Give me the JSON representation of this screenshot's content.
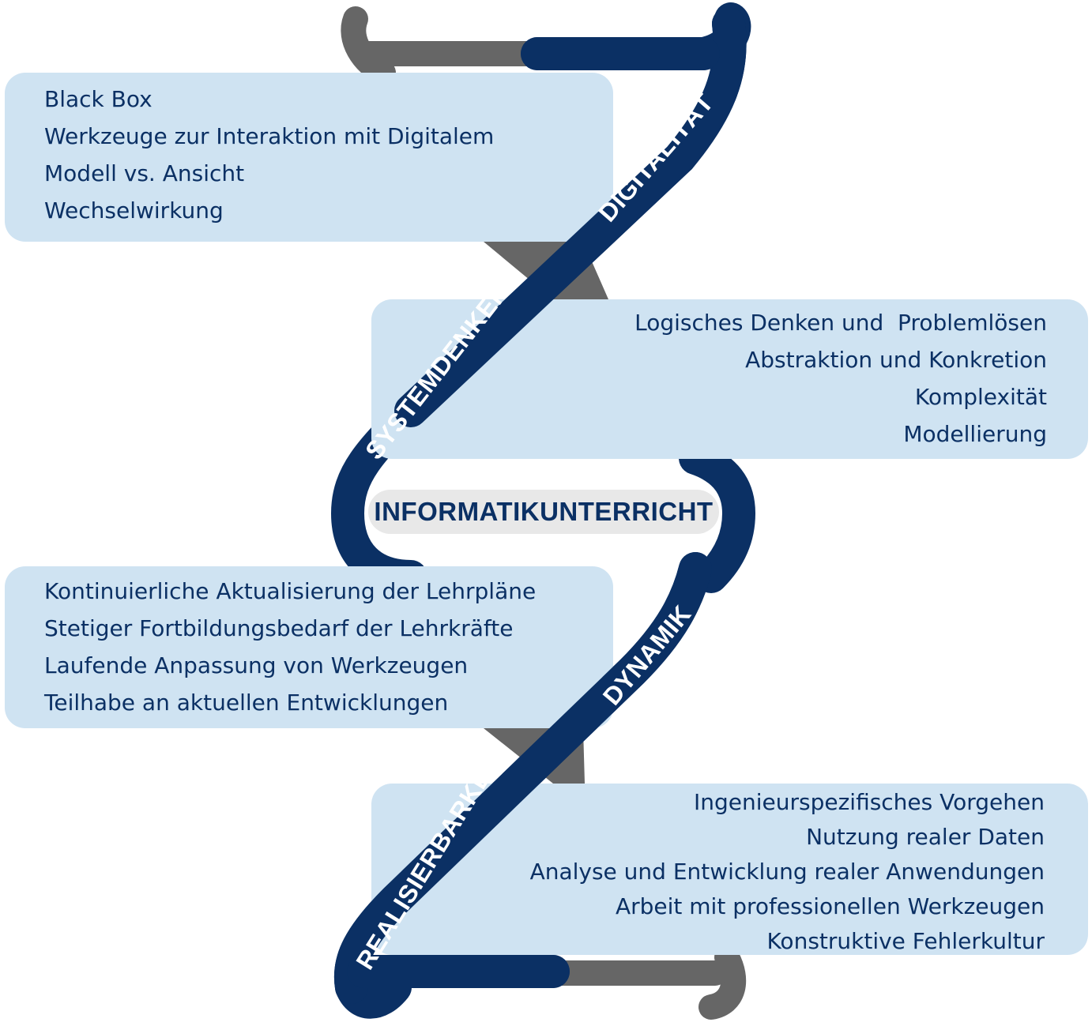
{
  "colors": {
    "navy": "#0b3064",
    "grey": "#666666",
    "panel": "#cfe3f2",
    "center_bg": "#e8e8e8",
    "label_text": "#ffffff"
  },
  "center": {
    "label": "INFORMATIKUNTERRICHT"
  },
  "strand_labels": {
    "digitalitaet": "DIGITALITÄT",
    "systemdenken": "SYSTEMDENKEN",
    "dynamik": "DYNAMIK",
    "realisierbarkeit": "REALISIERBARKEIT"
  },
  "panels": [
    {
      "id": "digitalitaet",
      "items": [
        "Black Box",
        "Werkzeuge zur Interaktion mit Digitalem",
        "Modell vs. Ansicht",
        "Wechselwirkung"
      ]
    },
    {
      "id": "systemdenken",
      "items": [
        "Logisches Denken und  Problemlösen",
        "Abstraktion und Konkretion",
        "Komplexität",
        "Modellierung"
      ]
    },
    {
      "id": "dynamik",
      "items": [
        "Kontinuierliche Aktualisierung der Lehrpläne",
        "Stetiger Fortbildungsbedarf der Lehrkräfte",
        "Laufende Anpassung von Werkzeugen",
        "Teilhabe an aktuellen Entwicklungen"
      ]
    },
    {
      "id": "realisierbarkeit",
      "items": [
        "Ingenieurspezifisches Vorgehen",
        "Nutzung realer Daten",
        "Analyse und Entwicklung realer Anwendungen",
        "Arbeit mit professionellen Werkzeugen",
        "Konstruktive Fehlerkultur"
      ]
    }
  ]
}
